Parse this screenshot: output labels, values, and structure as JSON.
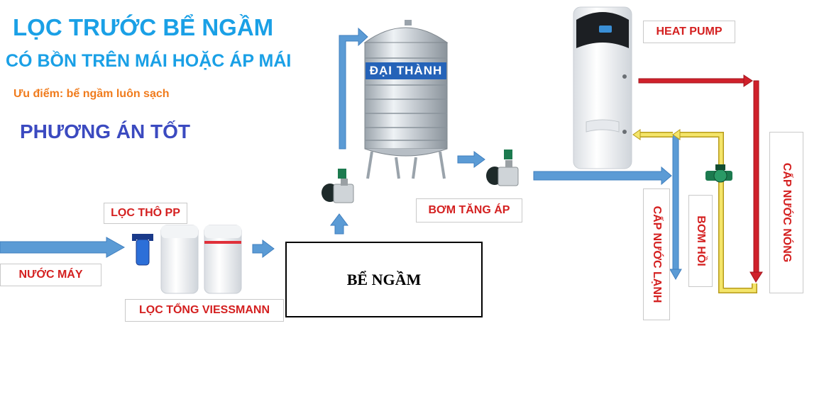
{
  "header": {
    "title_line1": "LỌC TRƯỚC BỂ NGẦM",
    "title_line2": "CÓ BỒN TRÊN MÁI HOẶC ÁP MÁI",
    "advantage": "Ưu điểm: bể ngầm luôn sạch",
    "verdict": "PHƯƠNG ÁN TỐT"
  },
  "labels": {
    "tap_water": "NƯỚC MÁY",
    "pp_filter": "LỌC THÔ PP",
    "viessmann_filter": "LỌC TỔNG VIESSMANN",
    "underground_tank": "BỂ NGẦM",
    "booster_pump": "BƠM TĂNG ÁP",
    "heat_pump": "HEAT PUMP",
    "cold_water_supply": "CẤP NƯỚC LẠNH",
    "return_pump": "BƠM HỒI",
    "hot_water_supply": "CẤP NƯỚC NÓNG",
    "tank_brand": "ĐẠI THÀNH"
  },
  "colors": {
    "title_blue": "#1aa0e6",
    "advantage_orange": "#f07b1c",
    "verdict_blue": "#3b4ac0",
    "label_red": "#d42020",
    "pipe_blue": "#5b9bd5",
    "pipe_red": "#d0212b",
    "pipe_yellow": "#e8d44d",
    "pump_green": "#1c7a4f"
  }
}
